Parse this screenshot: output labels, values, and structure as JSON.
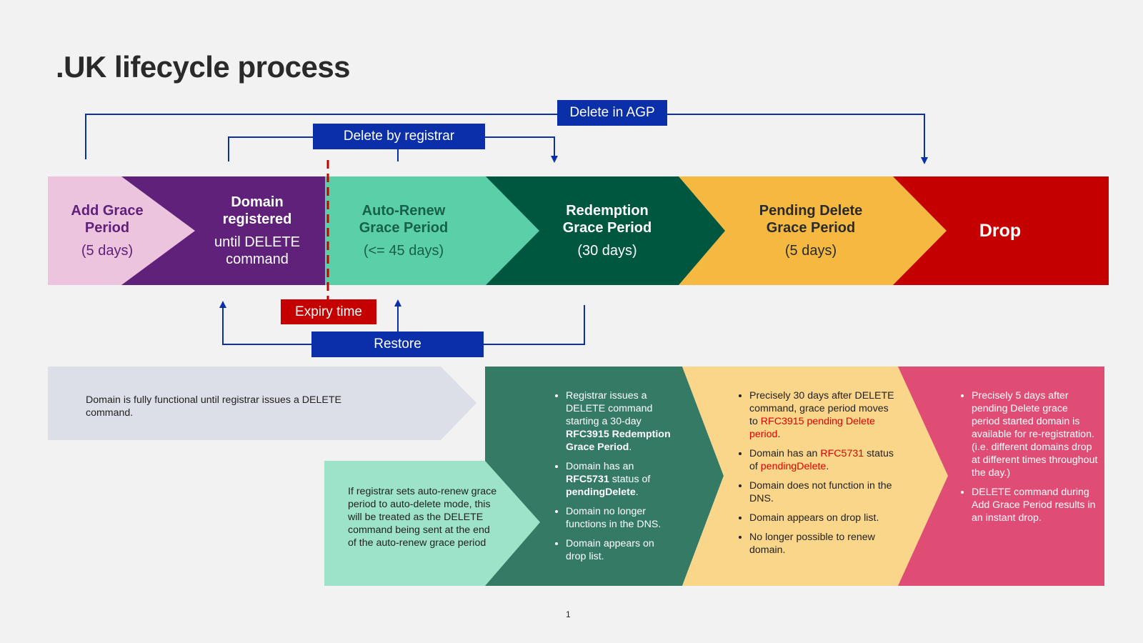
{
  "title": ".UK lifecycle process",
  "page_number": "1",
  "colors": {
    "add_grace": "#ecc4de",
    "registered": "#5f2179",
    "auto_renew": "#5bd0a8",
    "redemption": "#005740",
    "pending_delete": "#f5b942",
    "drop": "#c40000",
    "blue_label": "#0a2fa8"
  },
  "labels": {
    "delete_in_agp": "Delete in AGP",
    "delete_by_registrar": "Delete by registrar",
    "expiry_time": "Expiry time",
    "restore": "Restore"
  },
  "stages": {
    "add_grace": {
      "title": "Add Grace Period",
      "sub": "(5 days)"
    },
    "registered": {
      "title": "Domain registered",
      "sub": "until DELETE command"
    },
    "auto_renew": {
      "title": "Auto-Renew Grace Period",
      "sub": "(<= 45 days)"
    },
    "redemption": {
      "title": "Redemption Grace Period",
      "sub": "(30 days)"
    },
    "pending_delete": {
      "title": "Pending Delete Grace Period",
      "sub": "(5 days)"
    },
    "drop": {
      "title": "Drop"
    }
  },
  "descriptions": {
    "functional": "Domain is fully functional until registrar issues a DELETE command.",
    "auto_renew": "If registrar sets auto-renew grace period to auto-delete mode, this will be treated as the DELETE command being sent at the end of the auto-renew grace period",
    "redemption": {
      "b1_pre": "Registrar issues a DELETE command starting a 30-day",
      "b1_bold": "RFC3915 Redemption Grace Period",
      "b1_post": ".",
      "b2_pre": "Domain has an",
      "b2_bold1": "RFC5731",
      "b2_mid": "status of",
      "b2_bold2": "pendingDelete",
      "b2_post": ".",
      "b3": "Domain no longer functions in the DNS.",
      "b4": "Domain appears on drop list."
    },
    "pending": {
      "b1_pre": "Precisely 30 days after DELETE command, grace period moves to",
      "b1_red": "RFC3915 pending Delete period",
      "b1_post": ".",
      "b2_pre": "Domain has an",
      "b2_red1": "RFC5731",
      "b2_mid": "status of",
      "b2_red2": "pendingDelete",
      "b2_post": ".",
      "b3": "Domain does not function in the DNS.",
      "b4": "Domain appears on drop list.",
      "b5": "No longer possible to renew domain."
    },
    "drop": {
      "b1": "Precisely 5 days after pending Delete grace period started domain is available for re-registration.  (i.e. different domains drop at different times throughout the day.)",
      "b2": "DELETE command during Add Grace Period results in an instant drop."
    }
  }
}
